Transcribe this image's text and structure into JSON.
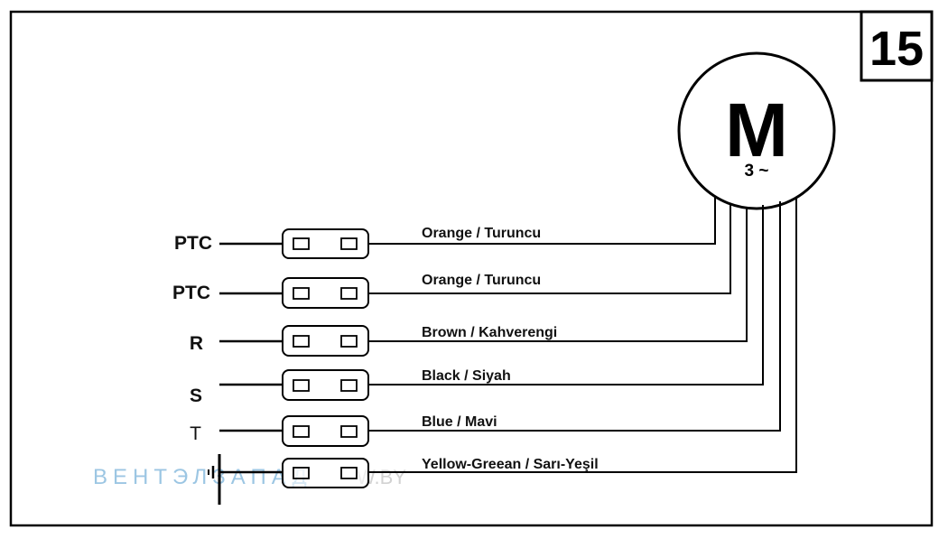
{
  "diagram_number": "15",
  "motor": {
    "letter": "M",
    "phase": "3 ~"
  },
  "wires": [
    {
      "terminal": "PTC",
      "color_label": "Orange / Turuncu"
    },
    {
      "terminal": "PTC",
      "color_label": "Orange / Turuncu"
    },
    {
      "terminal": "R",
      "color_label": "Brown / Kahverengi"
    },
    {
      "terminal": "S",
      "color_label": "Black / Siyah"
    },
    {
      "terminal": "T",
      "color_label": "Blue / Mavi"
    },
    {
      "terminal": "",
      "terminal_icon": "ground-icon",
      "color_label": "Yellow-Greean / Sarı-Yeşil"
    }
  ],
  "watermark": {
    "text": "ВЕНТЭЛЗАПАД",
    "domain": "W.BY",
    "color": "#9cc6e3"
  }
}
